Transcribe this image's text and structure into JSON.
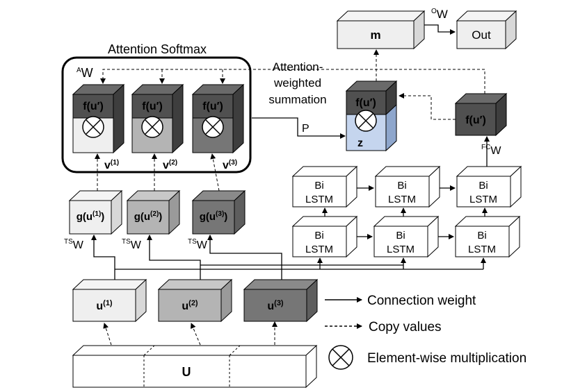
{
  "attention": {
    "title": "Attention Softmax",
    "weight_label": "W",
    "weight_sup": "A",
    "blocks": [
      {
        "f_label": "f(u′)",
        "v_base": "v",
        "v_sup": "(1)"
      },
      {
        "f_label": "f(u′)",
        "v_base": "v",
        "v_sup": "(2)"
      },
      {
        "f_label": "f(u′)",
        "v_base": "v",
        "v_sup": "(3)"
      }
    ]
  },
  "summation": {
    "line1": "Attention-",
    "line2": "weighted",
    "line3": "summation",
    "p_label": "P",
    "f_label": "f(u′)",
    "z_label": "z"
  },
  "output": {
    "m_label": "m",
    "out_label": "Out",
    "weight_label": "W",
    "weight_sup": "O"
  },
  "fc": {
    "f_label": "f(u′)",
    "weight_label": "W",
    "weight_sup": "FC"
  },
  "lstm": {
    "line1": "Bi",
    "line2": "LSTM"
  },
  "g_blocks": [
    {
      "base": "g(u",
      "sup": "(1)",
      "close": ")"
    },
    {
      "base": "g(u",
      "sup": "(2)",
      "close": ")"
    },
    {
      "base": "g(u",
      "sup": "(3)",
      "close": ")"
    }
  ],
  "ts_weights": [
    {
      "sup": "TS",
      "label": "W"
    },
    {
      "sup": "TS",
      "label": "W"
    },
    {
      "sup": "TS",
      "label": "W"
    }
  ],
  "u_blocks": [
    {
      "base": "u",
      "sup": "(1)"
    },
    {
      "base": "u",
      "sup": "(2)"
    },
    {
      "base": "u",
      "sup": "(3)"
    }
  ],
  "input": {
    "label": "U"
  },
  "legend": {
    "connection": "Connection weight",
    "copy": "Copy values",
    "multiply": "Element-wise multiplication"
  },
  "colors": {
    "dark": "#505050",
    "medium": "#767676",
    "light_gray": "#b4b4b4",
    "very_light": "#efefef",
    "z_blue": "#c5d5ee"
  }
}
